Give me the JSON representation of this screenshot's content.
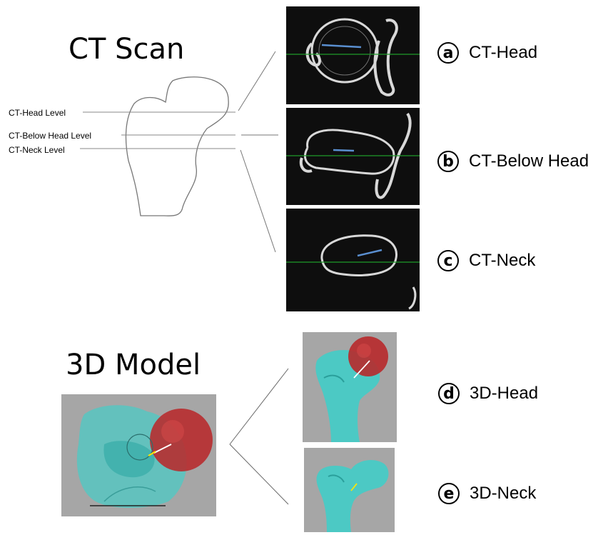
{
  "ct": {
    "title": "CT Scan",
    "levels": {
      "head": "CT-Head Level",
      "below_head": "CT-Below Head Level",
      "neck": "CT-Neck Level"
    }
  },
  "model": {
    "title": "3D Model"
  },
  "panels": [
    {
      "letter": "a",
      "label": "CT-Head"
    },
    {
      "letter": "b",
      "label": "CT-Below Head"
    },
    {
      "letter": "c",
      "label": "CT-Neck"
    },
    {
      "letter": "d",
      "label": "3D-Head"
    },
    {
      "letter": "e",
      "label": "3D-Neck"
    }
  ],
  "colors": {
    "ct_background": "#0e0e0e",
    "ct_bone": "#d8d8d8",
    "ct_green_line": "#1e9a2a",
    "ct_blue_line": "#5a8fd0",
    "model_background": "#a6a6a6",
    "bone_cyan": "#4cc9c4",
    "head_sphere_red": "#b8292b",
    "measure_white": "#ffffff",
    "measure_yellow": "#ffe600"
  }
}
